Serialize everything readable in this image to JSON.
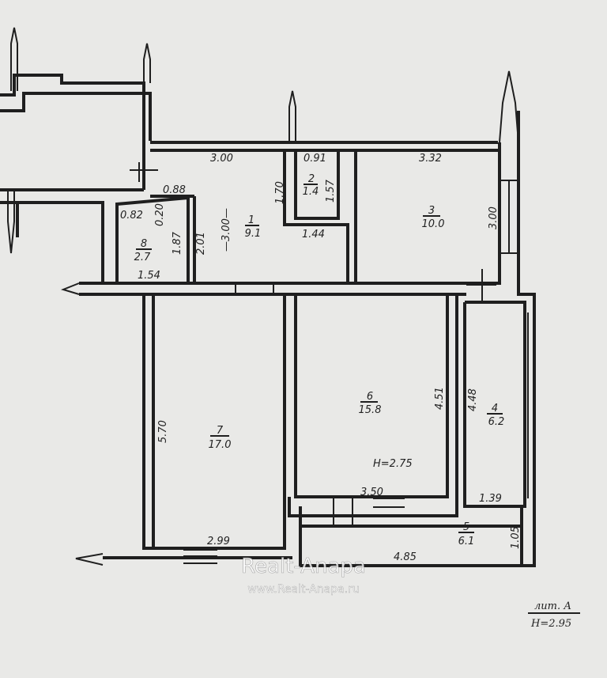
{
  "rooms": [
    {
      "num": "1",
      "area": "9.1"
    },
    {
      "num": "2",
      "area": "1.4"
    },
    {
      "num": "3",
      "area": "10.0"
    },
    {
      "num": "4",
      "area": "6.2"
    },
    {
      "num": "5",
      "area": "6.1"
    },
    {
      "num": "6",
      "area": "15.8"
    },
    {
      "num": "7",
      "area": "17.0"
    },
    {
      "num": "8",
      "area": "2.7"
    }
  ],
  "dims": {
    "d300a": "3.00",
    "d091": "0.91",
    "d332": "3.32",
    "d170": "1.70",
    "d157": "1.57",
    "d088": "0.88",
    "d082": "0.82",
    "d020": "0.20",
    "d300b": "—3.00—",
    "d187": "1.87",
    "d201": "2.01",
    "d144": "1.44",
    "d300c": "3.00",
    "d154": "1.54",
    "d570": "5.70",
    "d451": "4.51",
    "d448": "4.48",
    "d350": "3.50",
    "d139": "1.39",
    "d105": "1.05",
    "d299": "2.99",
    "d485": "4.85"
  },
  "height_label": "H=2.75",
  "stamp": {
    "line1": "лит. А",
    "line2": "H=2.95"
  },
  "watermark": {
    "brand": "Realt-Anapa",
    "url": "www.Realt-Anapa.ru"
  }
}
